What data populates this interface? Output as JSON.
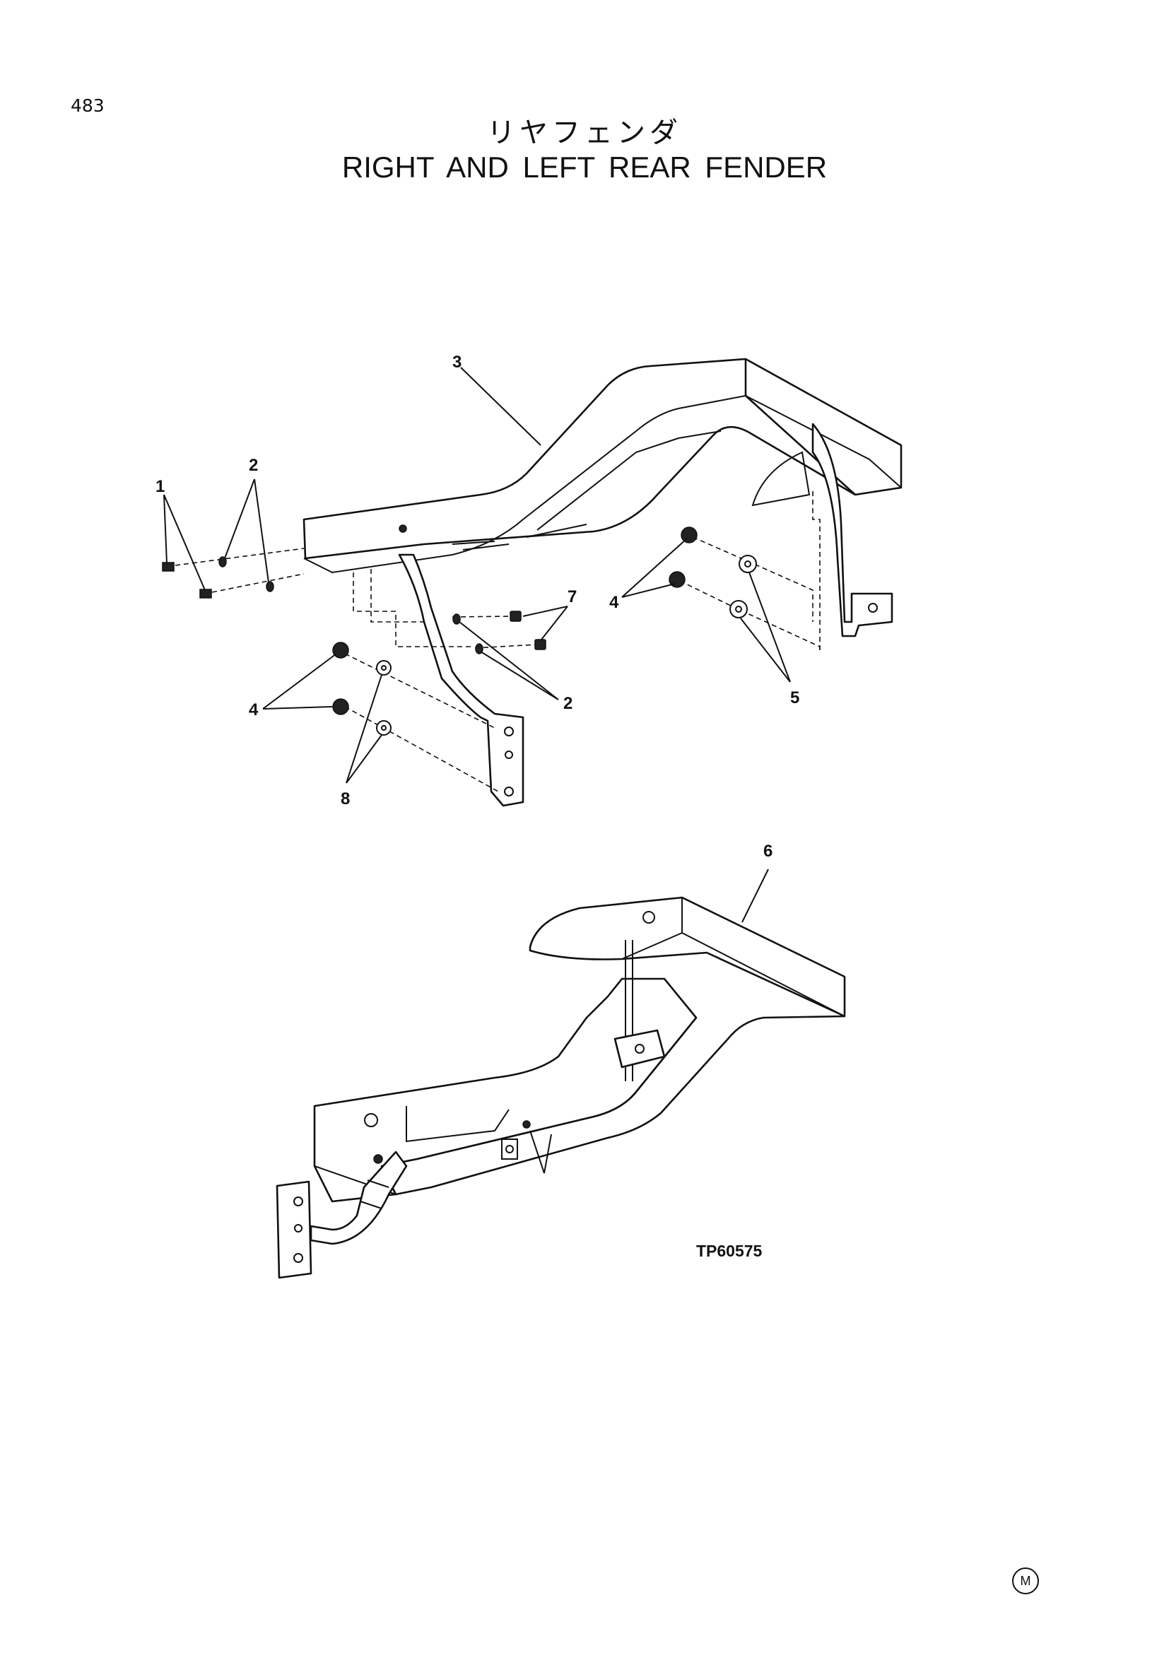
{
  "header": {
    "page_number": "483",
    "title_jp": "リヤフェンダ",
    "title_en": "RIGHT AND LEFT REAR FENDER"
  },
  "callouts": {
    "c1": "1",
    "c2_top": "2",
    "c2_mid": "2",
    "c3": "3",
    "c4_left": "4",
    "c4_right": "4",
    "c5": "5",
    "c6": "6",
    "c7": "7",
    "c8": "8"
  },
  "figure_id": "TP60575",
  "footer_mark": "M"
}
